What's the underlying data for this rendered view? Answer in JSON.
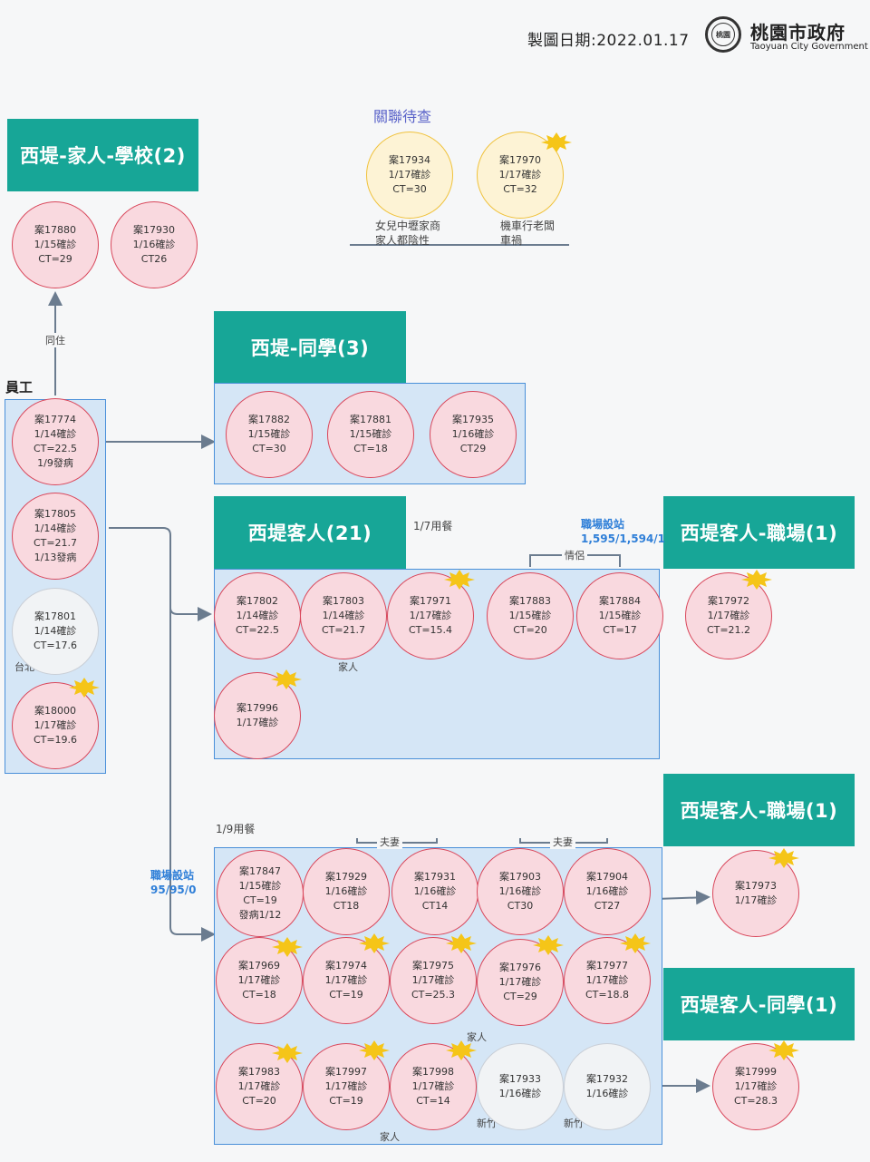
{
  "header": {
    "date": "製圖日期:2022.01.17",
    "seal_text": "桃園",
    "org_cn": "桃園市政府",
    "org_en": "Taoyuan City Government"
  },
  "pending": {
    "title": "關聯待查",
    "cases": [
      {
        "lines": [
          "案17934",
          "1/17確診",
          "CT=30"
        ]
      },
      {
        "lines": [
          "案17970",
          "1/17確診",
          "CT=32"
        ]
      }
    ],
    "notes": [
      [
        "女兒中壢家商",
        "家人都陰性"
      ],
      [
        "機車行老闆",
        "車禍"
      ]
    ]
  },
  "tags": {
    "family_school": "西堤-家人-學校(2)",
    "classmates": "西堤-同學(3)",
    "guests": "西堤客人(21)",
    "guest_work1": "西堤客人-職場(1)",
    "guest_work2": "西堤客人-職場(1)",
    "guest_class": "西堤客人-同學(1)"
  },
  "labels": {
    "staff": "員工",
    "cohabit": "同住",
    "taipei": "台北",
    "meal_17": "1/7用餐",
    "meal_19": "1/9用餐",
    "couple_lovers": "情侶",
    "family": "家人",
    "spouses": "夫妻",
    "hsinchu": "新竹",
    "screen_site_1": "職場設站",
    "screen_site_1_nums": "1,595/1,594/1",
    "screen_site_2": "職場設站",
    "screen_site_2_nums": "95/95/0"
  },
  "family_school_cases": [
    {
      "lines": [
        "案17880",
        "1/15確診",
        "CT=29"
      ]
    },
    {
      "lines": [
        "案17930",
        "1/16確診",
        "CT26"
      ]
    }
  ],
  "staff_cases": [
    {
      "lines": [
        "案17774",
        "1/14確診",
        "CT=22.5",
        "1/9發病"
      ]
    },
    {
      "lines": [
        "案17805",
        "1/14確診",
        "CT=21.7",
        "1/13發病"
      ]
    },
    {
      "lines": [
        "案17801",
        "1/14確診",
        "CT=17.6"
      ]
    },
    {
      "lines": [
        "案18000",
        "1/17確診",
        "CT=19.6"
      ]
    }
  ],
  "classmate_cases": [
    {
      "lines": [
        "案17882",
        "1/15確診",
        "CT=30"
      ]
    },
    {
      "lines": [
        "案17881",
        "1/15確診",
        "CT=18"
      ]
    },
    {
      "lines": [
        "案17935",
        "1/16確診",
        "CT29"
      ]
    }
  ],
  "guest17_cases": [
    {
      "lines": [
        "案17802",
        "1/14確診",
        "CT=22.5"
      ]
    },
    {
      "lines": [
        "案17803",
        "1/14確診",
        "CT=21.7"
      ]
    },
    {
      "lines": [
        "案17971",
        "1/17確診",
        "CT=15.4"
      ]
    },
    {
      "lines": [
        "案17883",
        "1/15確診",
        "CT=20"
      ]
    },
    {
      "lines": [
        "案17884",
        "1/15確診",
        "CT=17"
      ]
    },
    {
      "lines": [
        "案17996",
        "1/17確診"
      ]
    }
  ],
  "work1_case": {
    "lines": [
      "案17972",
      "1/17確診",
      "CT=21.2"
    ]
  },
  "guest19_cases": [
    {
      "lines": [
        "案17847",
        "1/15確診",
        "CT=19",
        "發病1/12"
      ]
    },
    {
      "lines": [
        "案17929",
        "1/16確診",
        "CT18"
      ]
    },
    {
      "lines": [
        "案17931",
        "1/16確診",
        "CT14"
      ]
    },
    {
      "lines": [
        "案17903",
        "1/16確診",
        "CT30"
      ]
    },
    {
      "lines": [
        "案17904",
        "1/16確診",
        "CT27"
      ]
    },
    {
      "lines": [
        "案17969",
        "1/17確診",
        "CT=18"
      ]
    },
    {
      "lines": [
        "案17974",
        "1/17確診",
        "CT=19"
      ]
    },
    {
      "lines": [
        "案17975",
        "1/17確診",
        "CT=25.3"
      ]
    },
    {
      "lines": [
        "案17976",
        "1/17確診",
        "CT=29"
      ]
    },
    {
      "lines": [
        "案17977",
        "1/17確診",
        "CT=18.8"
      ]
    },
    {
      "lines": [
        "案17983",
        "1/17確診",
        "CT=20"
      ]
    },
    {
      "lines": [
        "案17997",
        "1/17確診",
        "CT=19"
      ]
    },
    {
      "lines": [
        "案17998",
        "1/17確診",
        "CT=14"
      ]
    },
    {
      "lines": [
        "案17933",
        "1/16確診"
      ]
    },
    {
      "lines": [
        "案17932",
        "1/16確診"
      ]
    }
  ],
  "work2_case": {
    "lines": [
      "案17973",
      "1/17確診"
    ]
  },
  "class2_case": {
    "lines": [
      "案17999",
      "1/17確診",
      "CT=28.3"
    ]
  },
  "colors": {
    "teal": "#17a697",
    "panel": "#d5e6f6",
    "panel_border": "#4a90d9",
    "case_fill": "#f9d9df",
    "case_border": "#d9475b",
    "new_badge": "#f5c518",
    "arrow": "#6b7c8f"
  },
  "icons": {
    "new_case_badge": "star-burst-icon",
    "seal": "taoyuan-seal-icon"
  }
}
